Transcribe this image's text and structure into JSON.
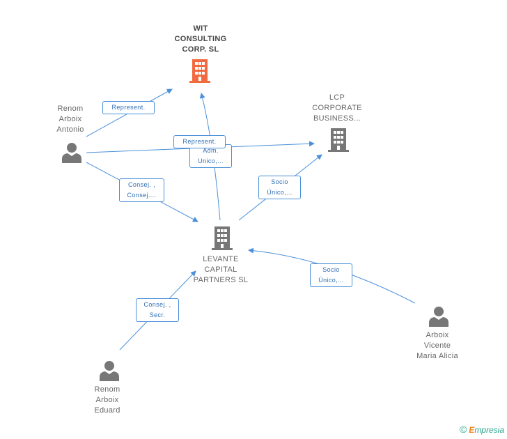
{
  "nodes": {
    "wit": {
      "label": [
        "WIT",
        "CONSULTING",
        "CORP.  SL"
      ],
      "color": "#f26a3f"
    },
    "lcp": {
      "label": [
        "LCP",
        "CORPORATE",
        "BUSINESS..."
      ],
      "color": "#777777"
    },
    "levante": {
      "label": [
        "LEVANTE",
        "CAPITAL",
        "PARTNERS SL"
      ],
      "color": "#777777"
    },
    "antonio": {
      "label": [
        "Renom",
        "Arboix",
        "Antonio"
      ],
      "color": "#777777"
    },
    "eduard": {
      "label": [
        "Renom",
        "Arboix",
        "Eduard"
      ],
      "color": "#777777"
    },
    "alicia": {
      "label": [
        "Arboix",
        "Vicente",
        "Maria Alicia"
      ],
      "color": "#777777"
    }
  },
  "edges": {
    "represent_wit": [
      "Represent."
    ],
    "represent_lcp": [
      "Represent."
    ],
    "adm": [
      "Adm.",
      "Unico,..."
    ],
    "consej_antonio": [
      "Consej. ,",
      "Consej...."
    ],
    "socio_lcp": [
      "Socio",
      "Único,..."
    ],
    "socio_alicia": [
      "Socio",
      "Único,..."
    ],
    "consej_eduard": [
      "Consej. ,",
      "Secr."
    ]
  },
  "colors": {
    "edge": "#4a90d9",
    "company": "#777777",
    "highlight": "#f26a3f"
  },
  "footer": {
    "copyright": "©",
    "brand_initial": "E",
    "brand_rest": "mpresia"
  }
}
